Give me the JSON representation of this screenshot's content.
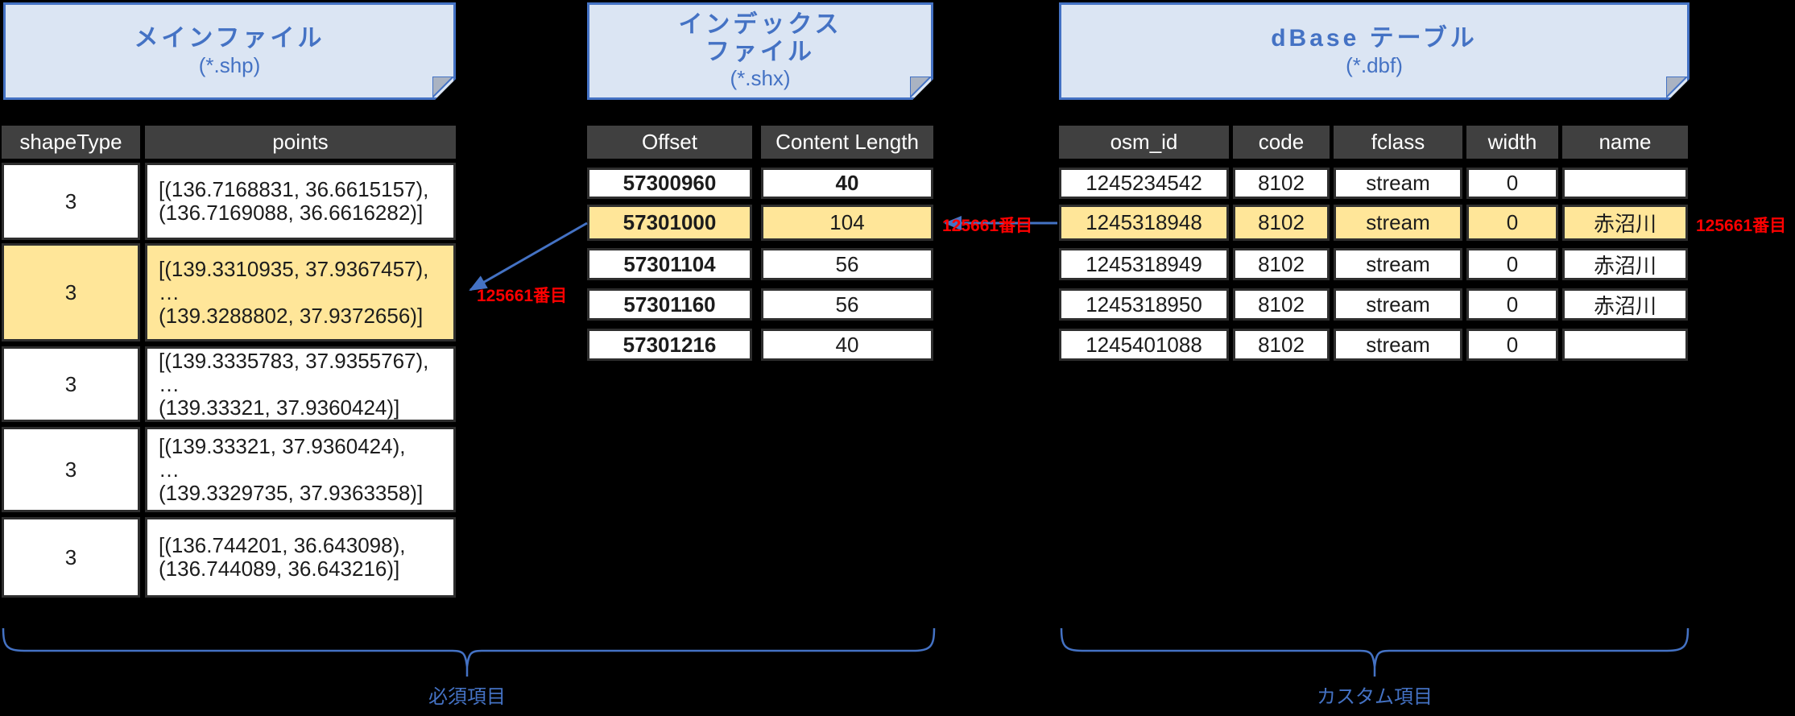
{
  "notes": {
    "main": {
      "title": "メインファイル",
      "subtitle": "(*.shp)"
    },
    "index": {
      "title_line1": "インデックス",
      "title_line2": "ファイル",
      "subtitle": "(*.shx)"
    },
    "dbase": {
      "title": "dBase テーブル",
      "subtitle": "(*.dbf)"
    }
  },
  "main_table": {
    "columns": [
      "shapeType",
      "points"
    ],
    "rows": [
      {
        "shapeType": "3",
        "points_lines": [
          "[(136.7168831, 36.6615157),",
          "(136.7169088, 36.6616282)]"
        ],
        "highlight": false
      },
      {
        "shapeType": "3",
        "points_lines": [
          "[(139.3310935, 37.9367457),",
          "…",
          "(139.3288802, 37.9372656)]"
        ],
        "highlight": true
      },
      {
        "shapeType": "3",
        "points_lines": [
          "[(139.3335783, 37.9355767),",
          "…",
          "(139.33321, 37.9360424)]"
        ],
        "highlight": false
      },
      {
        "shapeType": "3",
        "points_lines": [
          "[(139.33321, 37.9360424),",
          "…",
          "(139.3329735, 37.9363358)]"
        ],
        "highlight": false
      },
      {
        "shapeType": "3",
        "points_lines": [
          "[(136.744201, 36.643098),",
          "(136.744089, 36.643216)]"
        ],
        "highlight": false
      }
    ]
  },
  "index_table": {
    "columns": [
      "Offset",
      "Content Length"
    ],
    "rows": [
      {
        "offset": "57300960",
        "length": "40",
        "highlight": false
      },
      {
        "offset": "57301000",
        "length": "104",
        "highlight": true
      },
      {
        "offset": "57301104",
        "length": "56",
        "highlight": false
      },
      {
        "offset": "57301160",
        "length": "56",
        "highlight": false
      },
      {
        "offset": "57301216",
        "length": "40",
        "highlight": false
      }
    ]
  },
  "dbase_table": {
    "columns": [
      "osm_id",
      "code",
      "fclass",
      "width",
      "name"
    ],
    "rows": [
      {
        "osm_id": "1245234542",
        "code": "8102",
        "fclass": "stream",
        "width": "0",
        "name": "",
        "highlight": false
      },
      {
        "osm_id": "1245318948",
        "code": "8102",
        "fclass": "stream",
        "width": "0",
        "name": "赤沼川",
        "highlight": true
      },
      {
        "osm_id": "1245318949",
        "code": "8102",
        "fclass": "stream",
        "width": "0",
        "name": "赤沼川",
        "highlight": false
      },
      {
        "osm_id": "1245318950",
        "code": "8102",
        "fclass": "stream",
        "width": "0",
        "name": "赤沼川",
        "highlight": false
      },
      {
        "osm_id": "1245401088",
        "code": "8102",
        "fclass": "stream",
        "width": "0",
        "name": "",
        "highlight": false
      }
    ]
  },
  "annotations": {
    "record_label_main": "125661番目",
    "record_label_index": "125661番目",
    "record_label_dbase": "125661番目"
  },
  "braces": {
    "required_label": "必須項目",
    "custom_label": "カスタム項目"
  },
  "colors": {
    "accent_blue": "#4472c4",
    "note_fill": "#dbe5f3",
    "highlight_yellow": "#ffe699",
    "header_gray": "#404040",
    "annotation_red": "#ff0000",
    "background": "#000000"
  }
}
